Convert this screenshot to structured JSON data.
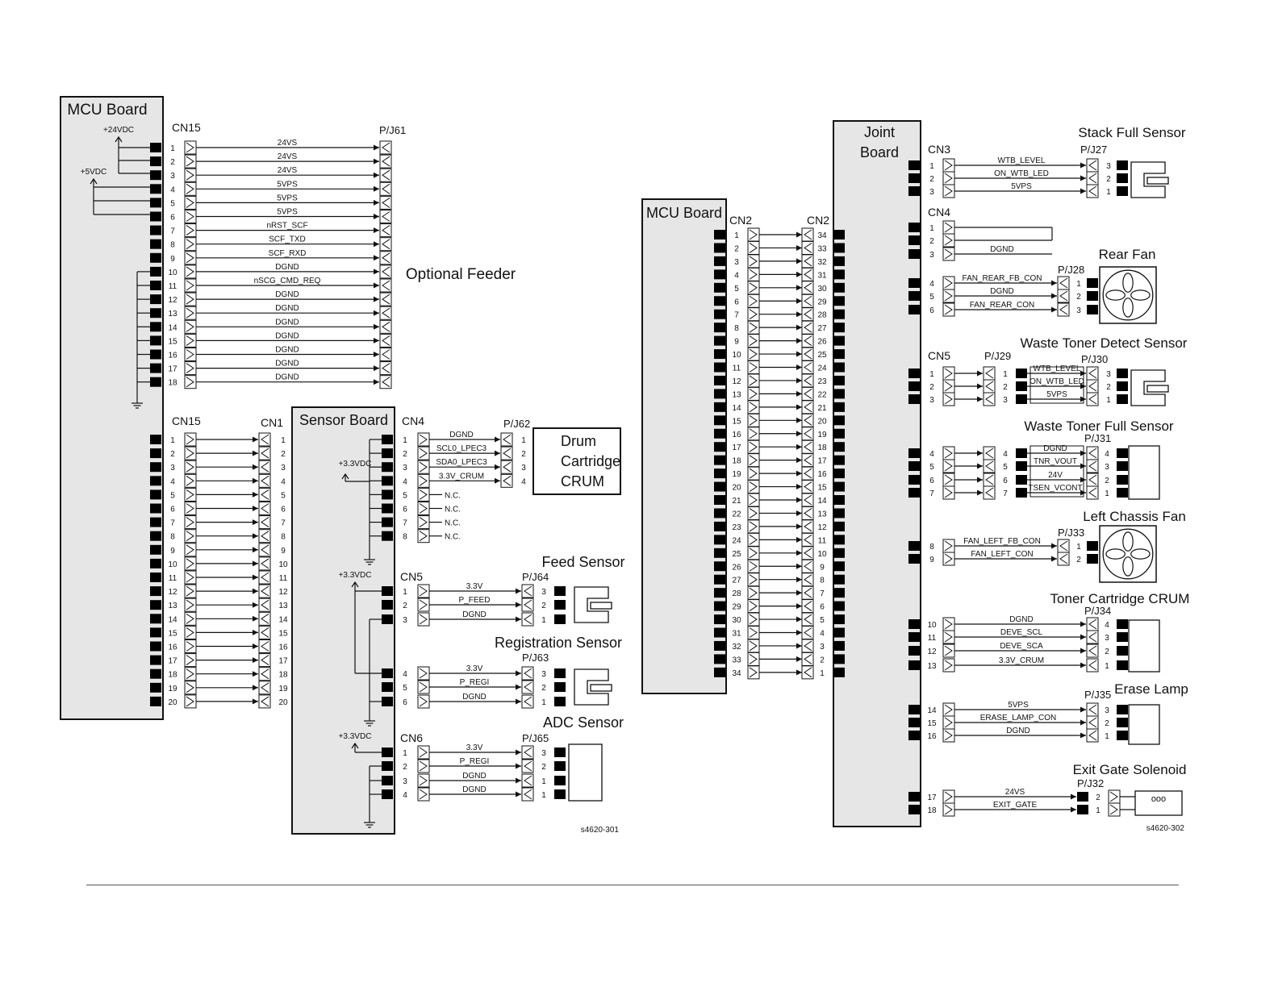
{
  "left": {
    "mcu_title": "MCU Board",
    "v24": "+24VDC",
    "v5": "+5VDC",
    "cn15_top": "CN15",
    "pj61": "P/J61",
    "top_nums": [
      "1",
      "2",
      "3",
      "4",
      "5",
      "6",
      "7",
      "8",
      "9",
      "10",
      "11",
      "12",
      "13",
      "14",
      "15",
      "16",
      "17",
      "18"
    ],
    "top_signals": [
      "24VS",
      "24VS",
      "24VS",
      "5VPS",
      "5VPS",
      "5VPS",
      "nRST_SCF",
      "SCF_TXD",
      "SCF_RXD",
      "DGND",
      "nSCG_CMD_REQ",
      "DGND",
      "DGND",
      "DGND",
      "DGND",
      "DGND",
      "DGND",
      "DGND"
    ],
    "optional_feeder": "Optional Feeder",
    "cn15_bottom": "CN15",
    "cn1": "CN1",
    "bottom_nums": [
      "1",
      "2",
      "3",
      "4",
      "5",
      "6",
      "7",
      "8",
      "9",
      "10",
      "11",
      "12",
      "13",
      "14",
      "15",
      "16",
      "17",
      "18",
      "19",
      "20"
    ],
    "sensor_board_title": "Sensor Board",
    "v33": "+3.3VDC",
    "cn4": "CN4",
    "pj62": "P/J62",
    "cn4_nums": [
      "1",
      "2",
      "3",
      "4",
      "5",
      "6",
      "7",
      "8"
    ],
    "cn4_signals": [
      "DGND",
      "SCL0_LPEC3",
      "SDA0_LPEC3",
      "3.3V_CRUM"
    ],
    "nc": "N.C.",
    "pj62_nums": [
      "1",
      "2",
      "3",
      "4"
    ],
    "drum_lines": [
      "Drum",
      "Cartridge",
      "CRUM"
    ],
    "feed_sensor": "Feed Sensor",
    "cn5": "CN5",
    "pj64": "P/J64",
    "cn5_nums": [
      "1",
      "2",
      "3",
      "4",
      "5",
      "6"
    ],
    "feed_signals": [
      "3.3V",
      "P_FEED",
      "DGND"
    ],
    "feed_pins": [
      "3",
      "2",
      "1"
    ],
    "reg_sensor": "Registration Sensor",
    "pj63": "P/J63",
    "reg_signals": [
      "3.3V",
      "P_REGI",
      "DGND"
    ],
    "reg_pins": [
      "3",
      "2",
      "1"
    ],
    "adc_sensor": "ADC Sensor",
    "cn6": "CN6",
    "pj65": "P/J65",
    "cn6_nums": [
      "1",
      "2",
      "3",
      "4"
    ],
    "adc_signals": [
      "3.3V",
      "P_REGI",
      "DGND",
      "DGND"
    ],
    "adc_pins": [
      "3",
      "2",
      "1",
      "1"
    ],
    "figure_id": "s4620-301"
  },
  "right": {
    "mcu_title": "MCU Board",
    "cn2_left": "CN2",
    "cn2_right": "CN2",
    "left_nums": [
      "1",
      "2",
      "3",
      "4",
      "5",
      "6",
      "7",
      "8",
      "9",
      "10",
      "11",
      "12",
      "13",
      "14",
      "15",
      "16",
      "17",
      "18",
      "19",
      "20",
      "21",
      "22",
      "23",
      "24",
      "25",
      "26",
      "27",
      "28",
      "29",
      "30",
      "31",
      "32",
      "33",
      "34"
    ],
    "right_nums": [
      "34",
      "33",
      "32",
      "31",
      "30",
      "29",
      "28",
      "27",
      "26",
      "25",
      "24",
      "23",
      "22",
      "21",
      "20",
      "19",
      "18",
      "17",
      "16",
      "15",
      "14",
      "13",
      "12",
      "11",
      "10",
      "9",
      "8",
      "7",
      "6",
      "5",
      "4",
      "3",
      "2",
      "1"
    ],
    "joint_board_lines": [
      "Joint",
      "Board"
    ],
    "stack_full_sensor": "Stack Full Sensor",
    "cn3": "CN3",
    "pj27": "P/J27",
    "cn3_nums": [
      "1",
      "2",
      "3"
    ],
    "stack_signals": [
      "WTB_LEVEL",
      "ON_WTB_LED",
      "5VPS"
    ],
    "stack_pins": [
      "3",
      "2",
      "1"
    ],
    "cn4": "CN4",
    "cn4_nums": [
      "1",
      "2",
      "3",
      "4",
      "5",
      "6"
    ],
    "cn4_dgnd": "DGND",
    "rear_fan": "Rear Fan",
    "pj28": "P/J28",
    "rear_fan_signals": [
      "FAN_REAR_FB_CON",
      "DGND",
      "FAN_REAR_CON"
    ],
    "rear_fan_pins": [
      "1",
      "2",
      "3"
    ],
    "waste_detect": "Waste Toner Detect Sensor",
    "cn5": "CN5",
    "pj29": "P/J29",
    "pj30": "P/J30",
    "cn5_nums": [
      "1",
      "2",
      "3",
      "4",
      "5",
      "6",
      "7"
    ],
    "pj29_top_nums": [
      "1",
      "2",
      "3"
    ],
    "detect_signals": [
      "WTB_LEVEL",
      "ON_WTB_LED",
      "5VPS"
    ],
    "detect_pins": [
      "3",
      "2",
      "1"
    ],
    "waste_full": "Waste Toner Full Sensor",
    "pj31": "P/J31",
    "pj29_bottom_nums": [
      "4",
      "5",
      "6",
      "7"
    ],
    "full_signals": [
      "DGND",
      "TNR_VOUT",
      "24V",
      "TSEN_VCONT"
    ],
    "full_pins": [
      "4",
      "3",
      "2",
      "1"
    ],
    "left_chassis_fan": "Left Chassis Fan",
    "pj33": "P/J33",
    "chassis_nums": [
      "8",
      "9"
    ],
    "chassis_signals": [
      "FAN_LEFT_FB_CON",
      "FAN_LEFT_CON"
    ],
    "chassis_pins": [
      "1",
      "2"
    ],
    "toner_crum": "Toner Cartridge CRUM",
    "pj34": "P/J34",
    "toner_nums": [
      "10",
      "11",
      "12",
      "13"
    ],
    "toner_signals": [
      "DGND",
      "DEVE_SCL",
      "DEVE_SCA",
      "3.3V_CRUM"
    ],
    "toner_pins": [
      "4",
      "3",
      "2",
      "1"
    ],
    "erase_lamp": "Erase Lamp",
    "pj35": "P/J35",
    "erase_nums": [
      "14",
      "15",
      "16"
    ],
    "erase_signals": [
      "5VPS",
      "ERASE_LAMP_CON",
      "DGND"
    ],
    "erase_pins": [
      "3",
      "2",
      "1"
    ],
    "exit_gate": "Exit Gate Solenoid",
    "pj32": "P/J32",
    "exit_nums": [
      "17",
      "18"
    ],
    "exit_signals": [
      "24VS",
      "EXIT_GATE"
    ],
    "exit_pins": [
      "2",
      "1"
    ],
    "coil": "ooo",
    "figure_id": "s4620-302"
  }
}
